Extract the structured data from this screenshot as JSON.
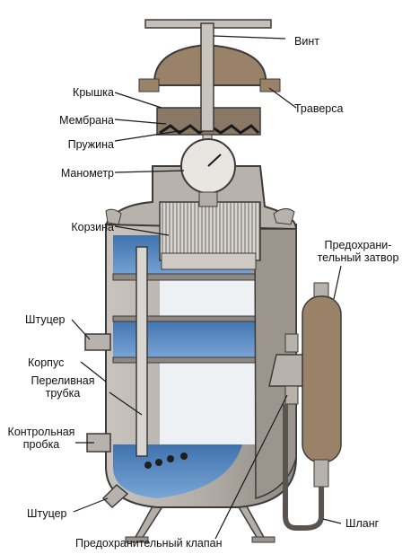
{
  "labels": {
    "vint": "Винт",
    "kryshka": "Крышка",
    "traversa": "Траверса",
    "membrana": "Мембрана",
    "pruzhina": "Пружина",
    "manometr": "Манометр",
    "korzina": "Корзина",
    "zatvor_1": "Предохрани-",
    "zatvor_2": "тельный затвор",
    "shtutser_top": "Штуцер",
    "korpus": "Корпус",
    "trubka_1": "Переливная",
    "trubka_2": "трубка",
    "probka_1": "Контрольная",
    "probka_2": "пробка",
    "shtutser_bottom": "Штуцер",
    "shlang": "Шланг",
    "klapan": "Предохранительный клапан"
  },
  "colors": {
    "body_grey": "#b7b2ab",
    "body_dark": "#8e8780",
    "shell_brown": "#9a8268",
    "water_blue": "#4f7fb8",
    "water_light": "#8db4dc",
    "inner_white": "#eef1f4",
    "outline": "#3b3b3b"
  }
}
